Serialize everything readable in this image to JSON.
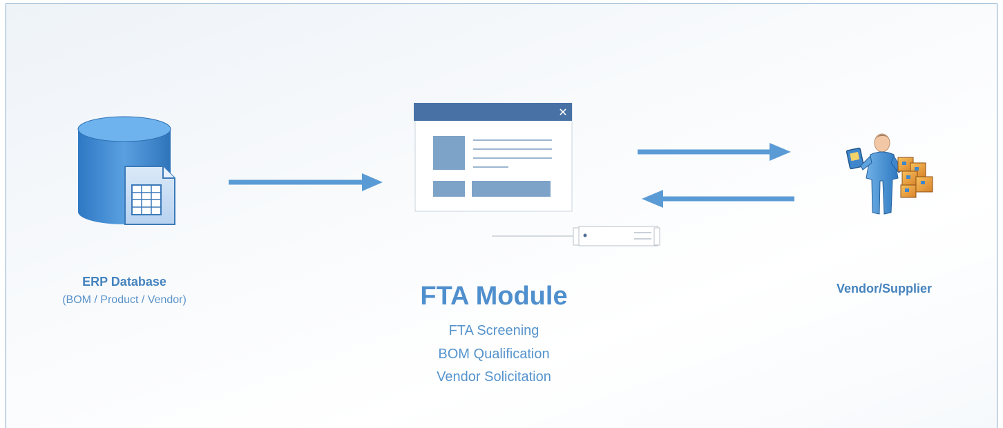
{
  "erp": {
    "title": "ERP Database",
    "subtitle": "(BOM / Product / Vendor)"
  },
  "fta": {
    "title": "FTA Module",
    "features": [
      "FTA Screening",
      "BOM Qualification",
      "Vendor Solicitation"
    ]
  },
  "vendor": {
    "title": "Vendor/Supplier"
  },
  "window_close_glyph": "✕",
  "icons": {
    "erp": "database-icon",
    "fta": "application-window-icon",
    "slider": "slider-control-icon",
    "vendor": "vendor-person-icon"
  },
  "colors": {
    "arrow": "#5b9bd5",
    "title_bar": "#4872a6",
    "label": "#4a8ac6"
  }
}
